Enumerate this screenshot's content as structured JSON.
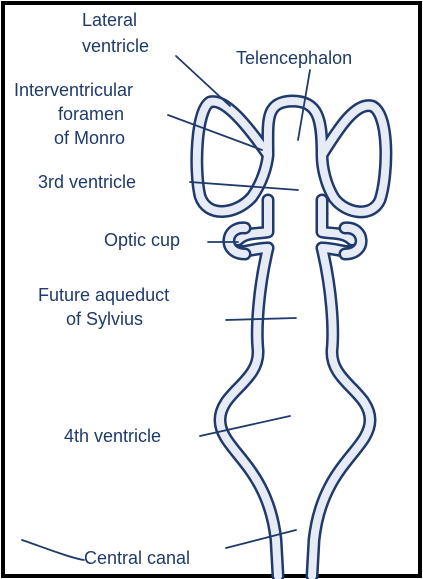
{
  "diagram": {
    "colors": {
      "ink": "#1f3a6b",
      "wall_fill": "#e7ebf5",
      "frame": "#000000",
      "background": "#ffffff"
    },
    "labels": {
      "lateral_ventricle_line1": "Lateral",
      "lateral_ventricle_line2": "ventricle",
      "telencephalon": "Telencephalon",
      "interventricular_line1": "Interventricular",
      "interventricular_line2": "foramen",
      "interventricular_line3": "of Monro",
      "third_ventricle": "3rd ventricle",
      "optic_cup": "Optic cup",
      "future_aqueduct_line1": "Future aqueduct",
      "future_aqueduct_line2": "of Sylvius",
      "fourth_ventricle": "4th ventricle",
      "central_canal": "Central canal"
    }
  }
}
